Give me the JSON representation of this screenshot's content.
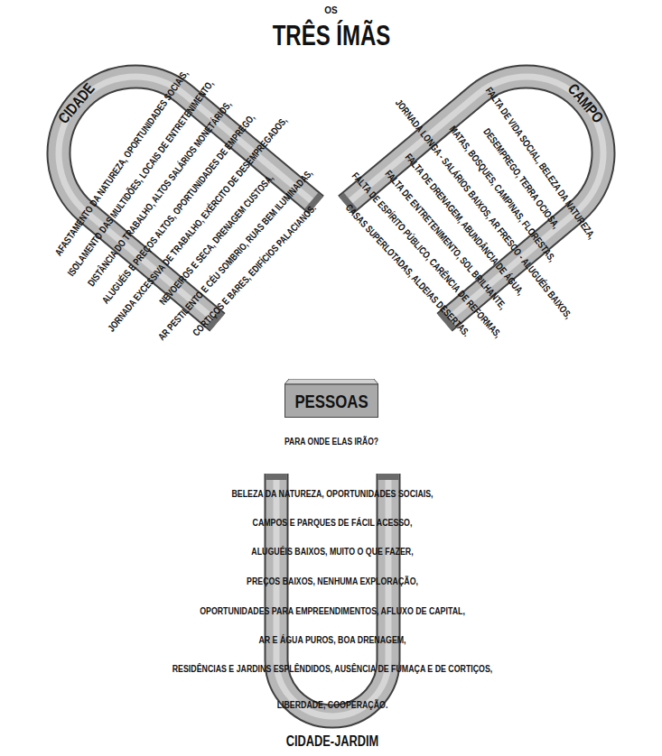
{
  "diagram": {
    "title": "TRÊS ÍMÃS",
    "nodes": [
      {
        "text": [
          "CIDADE",
          "AFASTAMENTO DA NATUREZA, OPORTUNIDADES SOCIAIS,",
          "ISOLAMENTO DAS MULTIDÕES, LOCAIS DE ENTRETENIMENTO,",
          "DISTÂNCIA DO TRABALHO, ALTOS SALÁRIOS MONETÁRIOS,",
          "ALUGUÉIS E PREÇOS ALTOS, OPORTUNIDADES DE EMPREGO,",
          "JORNADA EXCESSIVA DE TRABALHO, EXÉRCITO DE DESEMPREGADOS,",
          "NEVOEIROS E SECA, DRENAGEM CUSTOSA,",
          "AR PESTILENTO E CÉU SOMBRIO, RUAS BEM ILUMINADAS,",
          "CORTIÇOS E BARES, EDIFÍCIOS PALACIANOS."
        ]
      },
      {
        "text": [
          "CAMPO",
          "FALTA DE VIDA SOCIAL, BELEZA DA NATUREZA,",
          "DESEMPREGO, TERRA OCIOSA,",
          "MATAS, BOSQUES, CAMPINAS, FLORESTAS,",
          "JORNADA LONGA - SALÁRIOS BAIXOS, AR FRESCO - ALUGUÉIS BAIXOS,",
          "FALTA DE DRENAGEM, ABUNDÂNCIA DE ÁGUA,",
          "FALTA DE ENTRETENIMENTO, SOL BRILHANTE,",
          "FALTA DE ESPÍRITO PÚBLICO, CARÊNCIA DE REFORMAS,",
          "CASAS SUPERLOTADAS, ALDEIAS DESERTAS."
        ]
      },
      {
        "text": [
          "PESSOAS"
        ]
      },
      {
        "text": [
          "BELEZA DA NATUREZA, OPORTUNIDADES SOCIAIS,",
          "CAMPOS E PARQUES DE FÁCIL ACESSO,",
          "ALUGUÉIS BAIXOS, MUITO O QUE FAZER,",
          "PREÇOS BAIXOS, NENHUMA EXPLORAÇÃO,",
          "OPORTUNIDADES PARA EMPREENDIMENTOS, AFLUXO DE CAPITAL,",
          "AR E ÁGUA PUROS, BOA DRENAGEM,",
          "RESIDÊNCIAS E JARDINS ESPLÊNDIDOS, AUSÊNCIA DE FUMAÇA E DE CORTIÇOS,",
          "LIBERDADE, COOPERAÇÃO.",
          "CIDADE-JARDIM"
        ]
      }
    ],
    "labels": [
      "OS",
      "PARA ONDE ELAS IRÃO?"
    ]
  }
}
